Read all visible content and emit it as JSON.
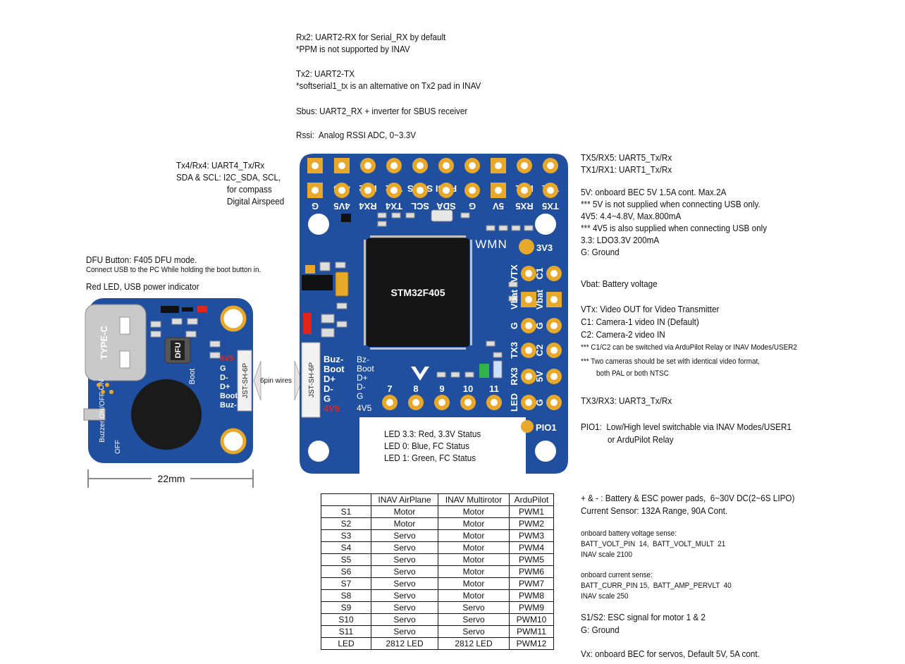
{
  "notes": {
    "rx2_a": "Rx2: UART2-RX for Serial_RX by default",
    "rx2_b": "*PPM is not supported by INAV",
    "tx2_a": "Tx2: UART2-TX",
    "tx2_b": "*softserial1_tx is an alternative on Tx2 pad in INAV",
    "sbus": "Sbus: UART2_RX + inverter for SBUS receiver",
    "rssi": "Rssi:  Analog RSSI ADC, 0~3.3V",
    "tx4rx4": "Tx4/Rx4: UART4_Tx/Rx",
    "sda_scl_a": "SDA & SCL: I2C_SDA, SCL,",
    "sda_scl_b": "for compass",
    "sda_scl_c": "Digital Airspeed",
    "dfu_a": "DFU Button: F405 DFU mode.",
    "dfu_b": "Connect USB to the PC While holding the boot button in.",
    "red_led": "Red LED, USB power indicator",
    "size": "22mm",
    "wires": "6pin wires",
    "led_a": "LED 3.3: Red, 3.3V Status",
    "led_b": "LED 0: Blue, FC Status",
    "led_c": "LED 1: Green, FC Status",
    "uart5": "TX5/RX5: UART5_Tx/Rx",
    "uart1": "TX1/RX1: UART1_Tx/Rx",
    "v5_a": "5V: onboard BEC 5V 1.5A cont. Max.2A",
    "v5_b": "*** 5V is not supplied when connecting USB only.",
    "v45_a": "4V5: 4.4~4.8V, Max.800mA",
    "v45_b": "*** 4V5 is also supplied when connecting USB only",
    "v33": "3.3: LDO3.3V 200mA",
    "gnd": "G: Ground",
    "vbat": "Vbat: Battery voltage",
    "vtx": "VTx: Video OUT for Video Transmitter",
    "c1": "C1: Camera-1 video IN (Default)",
    "c2": "C2: Camera-2 video IN",
    "c12_sw": "*** C1/C2 can be switched via ArduPilot Relay or INAV Modes/USER2",
    "cam_a": "*** Two cameras should be set with identical video format,",
    "cam_b": "both PAL or both NTSC",
    "uart3": "TX3/RX3: UART3_Tx/Rx",
    "pio_a": "PIO1:  Low/High level switchable via INAV Modes/USER1",
    "pio_b": "or ArduPilot Relay",
    "pwr_a": "+ & - : Battery & ESC power pads,  6~30V DC(2~6S LIPO)",
    "pwr_b": "Current Sensor: 132A Range, 90A Cont.",
    "bv_a": "onboard battery voltage sense:",
    "bv_b": "BATT_VOLT_PIN  14,  BATT_VOLT_MULT  21",
    "bv_c": "INAV scale 2100",
    "bc_a": "onboard current sense:",
    "bc_b": "BATT_CURR_PIN 15,  BATT_AMP_PERVLT  40",
    "bc_c": "INAV scale 250",
    "s12_a": "S1/S2: ESC signal for motor 1 & 2",
    "s12_b": "G: Ground",
    "vx": "Vx: onboard BEC for servos, Default 5V, 5A cont."
  },
  "fc_board": {
    "chip": "STM32F405",
    "brand": "WMN",
    "top_row_1": [
      "G",
      "4V5",
      "RX2",
      "TX2",
      "SBUS",
      "RSSI",
      "G",
      "5V",
      "RX1",
      "TX1"
    ],
    "top_row_2": [
      "G",
      "4V5",
      "RX4",
      "TX4",
      "SCL",
      "SDA",
      "G",
      "5V",
      "RX5",
      "TX5"
    ],
    "right_pads_1": [
      "3V3",
      "C1",
      "Vbat",
      "G",
      "C2",
      "5V",
      "G"
    ],
    "right_pads_2": [
      "VTX",
      "Vbat",
      "G",
      "TX3",
      "RX3",
      "LED"
    ],
    "bottom_pads": [
      "7",
      "8",
      "9",
      "10",
      "11"
    ],
    "pio": "PIO1",
    "conn_pins": [
      "Bz-",
      "Boot",
      "D+",
      "D-",
      "G",
      "4V5"
    ],
    "conn_labels": [
      "Buz-",
      "Boot",
      "D+",
      "D-",
      "G",
      "4V5"
    ],
    "conn_name": "JST-SH-6P"
  },
  "usb_board": {
    "usb": "TYPE-C",
    "dfu": "DFU",
    "boot": "Boot",
    "on": "ON",
    "off": "OFF",
    "buzzer": "Buzzer ON/OFF",
    "conn_name": "JST-SH-6P",
    "conn_pins": [
      "4V5",
      "G",
      "D-",
      "D+",
      "Boot",
      "Buz-"
    ]
  },
  "table": {
    "headers": [
      "",
      "INAV AirPlane",
      "INAV Multirotor",
      "ArduPilot"
    ],
    "rows": [
      [
        "S1",
        "Motor",
        "Motor",
        "PWM1"
      ],
      [
        "S2",
        "Motor",
        "Motor",
        "PWM2"
      ],
      [
        "S3",
        "Servo",
        "Motor",
        "PWM3"
      ],
      [
        "S4",
        "Servo",
        "Motor",
        "PWM4"
      ],
      [
        "S5",
        "Servo",
        "Motor",
        "PWM5"
      ],
      [
        "S6",
        "Servo",
        "Motor",
        "PWM6"
      ],
      [
        "S7",
        "Servo",
        "Motor",
        "PWM7"
      ],
      [
        "S8",
        "Servo",
        "Motor",
        "PWM8"
      ],
      [
        "S9",
        "Servo",
        "Servo",
        "PWM9"
      ],
      [
        "S10",
        "Servo",
        "Servo",
        "PWM10"
      ],
      [
        "S11",
        "Servo",
        "Servo",
        "PWM11"
      ],
      [
        "LED",
        "2812 LED",
        "2812 LED",
        "PWM12"
      ]
    ]
  },
  "colors": {
    "pcb": "#1f4f9e",
    "pad": "#e8a92a",
    "chip": "#151515",
    "usb_metal": "#c9c9c9",
    "red": "#e0261b"
  }
}
